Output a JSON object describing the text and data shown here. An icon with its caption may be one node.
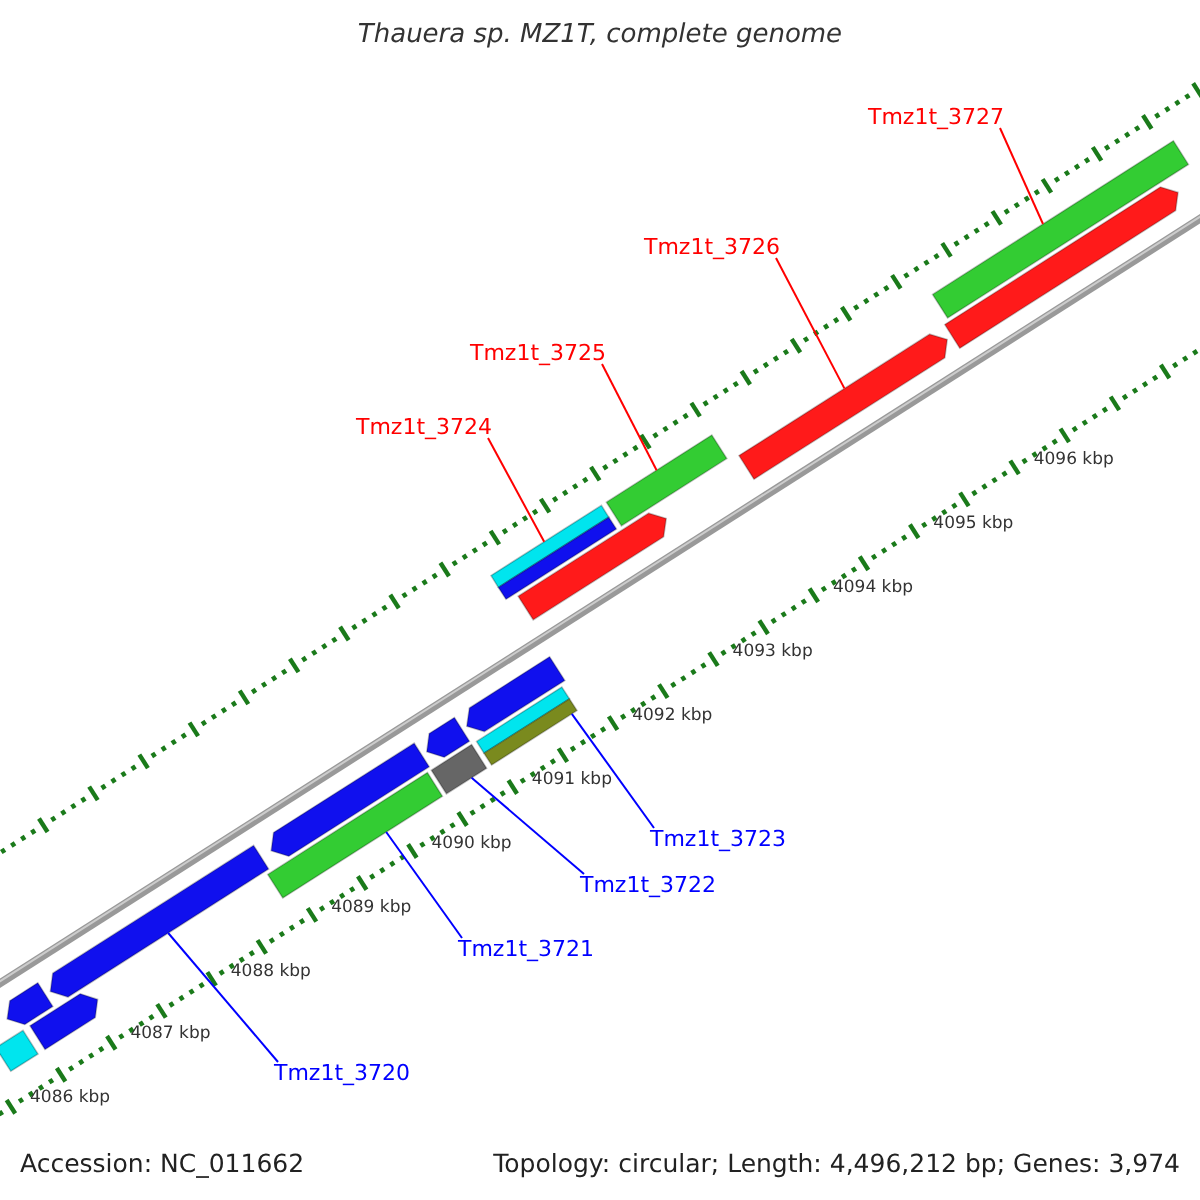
{
  "diagram": {
    "title": "Thauera sp. MZ1T, complete genome",
    "nodes": [
      {
        "text": [
          "Tmz1t_3724"
        ]
      },
      {
        "text": [
          "Tmz1t_3725"
        ]
      },
      {
        "text": [
          "Tmz1t_3726"
        ]
      },
      {
        "text": [
          "Tmz1t_3727"
        ]
      },
      {
        "text": [
          "Tmz1t_3720"
        ]
      },
      {
        "text": [
          "Tmz1t_3721"
        ]
      },
      {
        "text": [
          "Tmz1t_3722"
        ]
      },
      {
        "text": [
          "Tmz1t_3723"
        ]
      },
      {
        "text": [],
        "shape": "bar"
      },
      {
        "text": [],
        "shape": "arrow"
      },
      {
        "text": [],
        "shape": "arrow"
      },
      {
        "text": [],
        "shape": "arrow"
      },
      {
        "text": [],
        "shape": "bar"
      },
      {
        "text": [],
        "shape": "arrow"
      },
      {
        "text": [],
        "shape": "bar"
      },
      {
        "text": [],
        "shape": "arrow"
      },
      {
        "text": [],
        "shape": "arrow"
      },
      {
        "text": [],
        "shape": "bar"
      },
      {
        "text": [],
        "shape": "bar"
      },
      {
        "text": [],
        "shape": "bar"
      },
      {
        "text": [],
        "shape": "bar"
      },
      {
        "text": [],
        "shape": "arrow"
      },
      {
        "text": [],
        "shape": "bar"
      },
      {
        "text": [],
        "shape": "arrow"
      },
      {
        "text": [],
        "shape": "arrow"
      },
      {
        "text": [],
        "shape": "bar"
      }
    ],
    "edges": [
      {
        "from": 0,
        "to": 19,
        "arrow": "none",
        "color": "#ff0000"
      },
      {
        "from": 1,
        "to": 22,
        "arrow": "none",
        "color": "#ff0000"
      },
      {
        "from": 2,
        "to": 23,
        "arrow": "none",
        "color": "#ff0000"
      },
      {
        "from": 3,
        "to": 25,
        "arrow": "none",
        "color": "#ff0000"
      },
      {
        "from": 4,
        "to": 11,
        "arrow": "none",
        "color": "#0000ff"
      },
      {
        "from": 5,
        "to": 12,
        "arrow": "none",
        "color": "#0000ff"
      },
      {
        "from": 6,
        "to": 14,
        "arrow": "none",
        "color": "#0000ff"
      },
      {
        "from": 7,
        "to": 18,
        "arrow": "none",
        "color": "#0000ff"
      }
    ],
    "labels": [
      "4086 kbp",
      "4087 kbp",
      "4088 kbp",
      "4089 kbp",
      "4090 kbp",
      "4091 kbp",
      "4092 kbp",
      "4093 kbp",
      "4094 kbp",
      "4095 kbp",
      "4096 kbp",
      "Accession: NC_011662",
      "Topology: circular; Length: 4,496,212 bp; Genes: 3,974"
    ]
  }
}
